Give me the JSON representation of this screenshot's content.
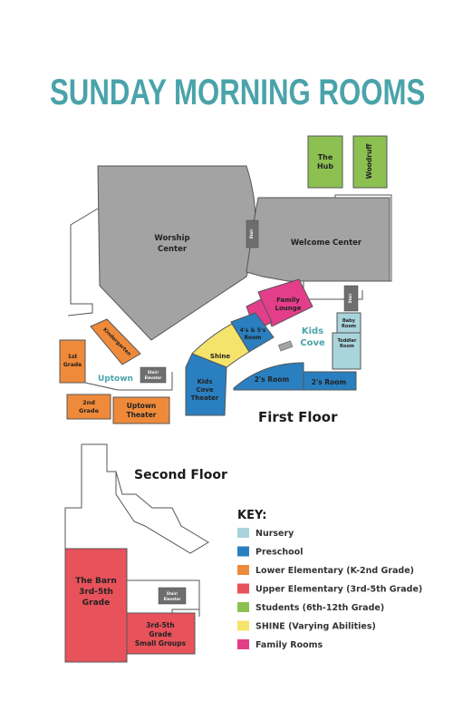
{
  "title": "SUNDAY MORNING ROOMS",
  "colors": {
    "nursery": "#a9d4dc",
    "preschool": "#2a7fc0",
    "lower_elementary": "#ef8a3a",
    "upper_elementary": "#e8525a",
    "students": "#8cc152",
    "shine": "#f5e46b",
    "family": "#e43e8a",
    "gray": "#a3a3a3",
    "stair": "#6e6e6e",
    "title": "#4aa3aa"
  },
  "rooms": {
    "worship_center": [
      "Worship",
      "Center"
    ],
    "welcome_center": "Welcome Center",
    "the_hub": [
      "The",
      "Hub"
    ],
    "woodruff": "Woodruff",
    "family_lounge": [
      "Family",
      "Lounge"
    ],
    "kids_cove": [
      "Kids",
      "Cove"
    ],
    "shine": "Shine",
    "four_five_room": [
      "4's & 5's",
      "Room"
    ],
    "twos_room_1": "2's Room",
    "twos_room_2": "2's Room",
    "baby_room": [
      "Baby",
      "Room"
    ],
    "toddler_room": [
      "Toddler",
      "Room"
    ],
    "kids_cove_theater": [
      "Kids",
      "Cove",
      "Theater"
    ],
    "first_grade": [
      "1st",
      "Grade"
    ],
    "kindergarten": "Kindergarten",
    "uptown": "Uptown",
    "stair_elevator": [
      "Stair/",
      "Elevator"
    ],
    "second_grade": [
      "2nd",
      "Grade"
    ],
    "uptown_theater": [
      "Uptown",
      "Theater"
    ],
    "the_barn": [
      "The Barn",
      "3rd-5th",
      "Grade"
    ],
    "small_groups": [
      "3rd-5th",
      "Grade",
      "Small Groups"
    ],
    "stair": "Stair"
  },
  "floors": {
    "first": "First Floor",
    "second": "Second Floor"
  },
  "key": {
    "title": "KEY:",
    "items": [
      {
        "label": "Nursery",
        "color": "#a9d4dc"
      },
      {
        "label": "Preschool",
        "color": "#2a7fc0"
      },
      {
        "label": "Lower Elementary (K-2nd Grade)",
        "color": "#ef8a3a"
      },
      {
        "label": "Upper Elementary (3rd-5th Grade)",
        "color": "#e8525a"
      },
      {
        "label": "Students (6th-12th Grade)",
        "color": "#8cc152"
      },
      {
        "label": "SHINE (Varying Abilities)",
        "color": "#f5e46b"
      },
      {
        "label": "Family Rooms",
        "color": "#e43e8a"
      }
    ]
  }
}
